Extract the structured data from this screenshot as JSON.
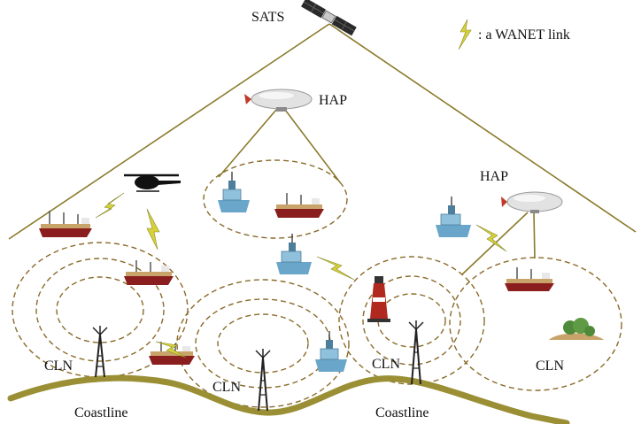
{
  "labels": {
    "sats": "SATS",
    "hap_top": "HAP",
    "hap_right": "HAP",
    "cln_left": "CLN",
    "cln_mid": "CLN",
    "cln_right_center": "CLN",
    "cln_far_right": "CLN",
    "coastline_left": "Coastline",
    "coastline_right": "Coastline"
  },
  "legend": {
    "icon": "lightning-link-icon",
    "text": ": a WANET link"
  },
  "colors": {
    "link_line": "#8a7a2a",
    "dash_circle": "#8a6a2a",
    "coastline": "#9b8f35",
    "lightning": "#d6d23a",
    "ship_hull": "#8a1d1d",
    "ship_deck": "#c9a46a",
    "ship_blue": "#6aa6c9",
    "tower": "#222222",
    "balloon": "#dcdcdc"
  }
}
